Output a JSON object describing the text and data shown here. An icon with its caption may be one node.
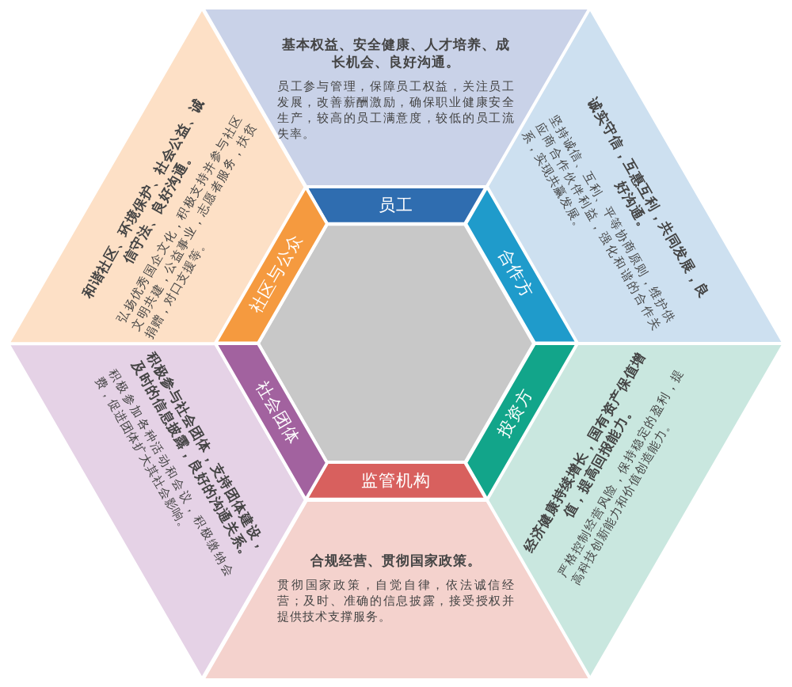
{
  "diagram": {
    "nodes": [
      {
        "text": [
          "基本权益、安全健康、人才培养、成长机会、良好沟通。",
          "员工参与管理，保障员工权益，关注员工发展，改善薪酬激励，确保职业健康安全生产，较高的员工满意度，较低的员工流失率。"
        ]
      },
      {
        "text": [
          "员工"
        ]
      },
      {
        "text": [
          "诚实守信，互惠互利，共同发展，良好沟通。",
          "坚持诚信、互利、平等协商原则，维护供应商合作伙伴利益，强化和谐的合作关系，实现共赢发展。"
        ]
      },
      {
        "text": [
          "合作方"
        ]
      },
      {
        "text": [
          "经济健康持续增长，国有资产保值增值，提高回报能力。",
          "严格控制经营风险，保持稳定的盈利，提高科技创新能力和价值创造能力。"
        ]
      },
      {
        "text": [
          "投资方"
        ]
      },
      {
        "text": [
          "合规经营、贯彻国家政策。",
          "贯彻国家政策，自觉自律，依法诚信经营；及时、准确的信息披露，接受授权并提供技术支撑服务。"
        ]
      },
      {
        "text": [
          "监管机构"
        ]
      },
      {
        "text": [
          "积极参与社会团体，支持团体建设，及时的信息披露，良好的沟通关系。",
          "积极参加各种活动和会议，积极缴纳会费，促进团体扩大其社会影响。"
        ]
      },
      {
        "text": [
          "社会团体"
        ]
      },
      {
        "text": [
          "和谐社区、环境保护、社会公益、诚信守法、良好沟通。",
          "弘扬优秀国企文化，积极支持并参与社区文明共建，公益事业，志愿者服务，扶贫捐赠，对口支援等。"
        ]
      },
      {
        "text": [
          "社区与公众"
        ]
      }
    ]
  }
}
